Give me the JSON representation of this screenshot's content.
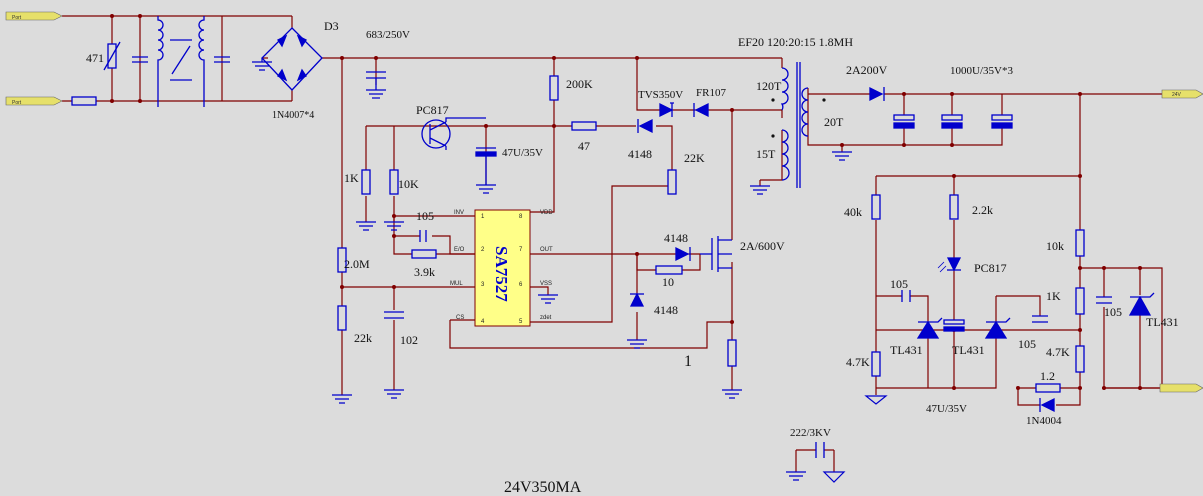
{
  "title": "24V350MA",
  "terminals": {
    "in1": "Port",
    "in2": "Port",
    "out_pos": "24V"
  },
  "chip": {
    "name": "SA7527",
    "pins": {
      "inv": "INV",
      "eo": "E/O",
      "mul": "MUL",
      "cs": "CS",
      "vdd": "VDD",
      "out": "OUT",
      "vss": "VSS",
      "zcd": "zdet"
    }
  },
  "labels": {
    "varistor": "471",
    "bridge": "D3",
    "bridge_diodes": "1N4007*4",
    "hv_cap": "683/250V",
    "transformer": "EF20  120:20:15  1.8MH",
    "opto_primary": "PC817",
    "r200k": "200K",
    "c47u": "47U/35V",
    "r47": "47",
    "d4148_upper": "4148",
    "tvs": "TVS350V",
    "fr107": "FR107",
    "r22k_top": "22K",
    "t120": "120T",
    "t15": "15T",
    "t20": "20T",
    "out_diode": "2A200V",
    "out_caps": "1000U/35V*3",
    "r1k": "1K",
    "r10k": "10K",
    "c105_left": "105",
    "r3_9k": "3.9k",
    "r2_0m": "2.0M",
    "r22k": "22k",
    "c102": "102",
    "d4148_gate": "4148",
    "r10": "10",
    "d4148_lower": "4148",
    "mosfet": "2A/600V",
    "r_sense": "1",
    "r40k": "40k",
    "r2_2k": "2.2k",
    "opto_secondary": "PC817",
    "r10k_out": "10k",
    "r1k_out": "1K",
    "r4_7k_right": "4.7K",
    "r4_7k_left": "4.7K",
    "c105_sec_left": "105",
    "tl431_left": "TL431",
    "tl431_middle": "TL431",
    "c105_sec_middle": "105",
    "c105_sec_right": "105",
    "tl431_right": "TL431",
    "c47u_sec": "47U/35V",
    "r1_2": "1.2",
    "d1n4004": "1N4004",
    "ycap": "222/3KV"
  }
}
